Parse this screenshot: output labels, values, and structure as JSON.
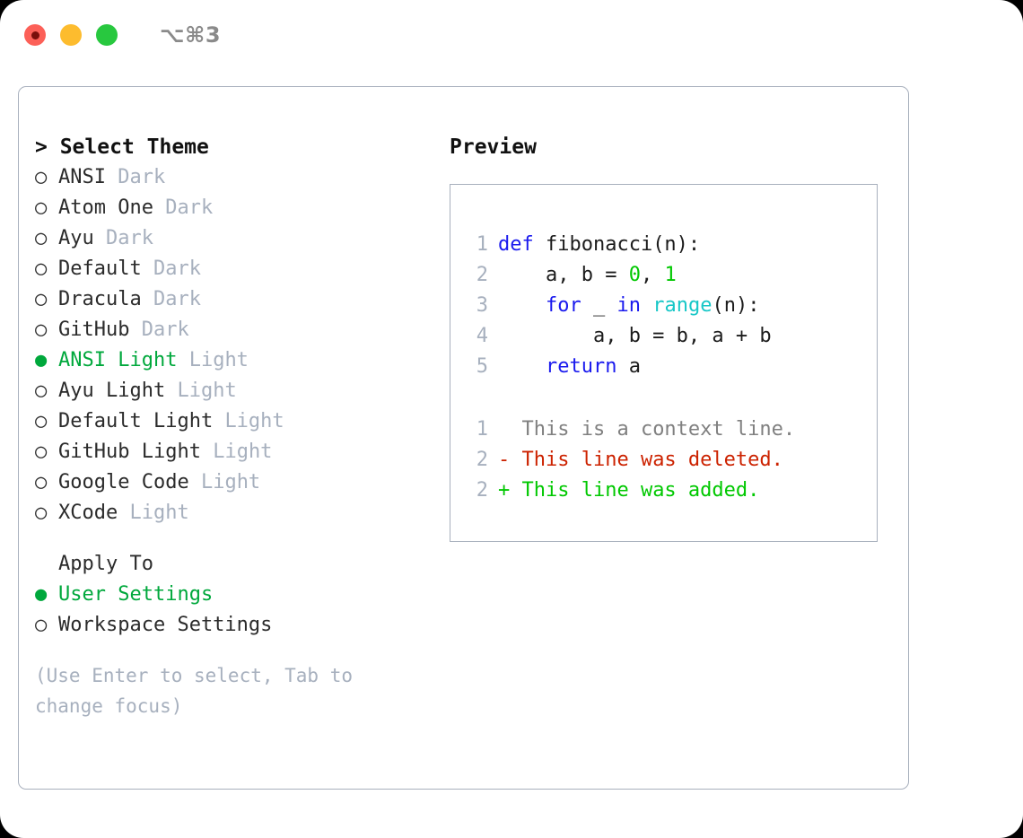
{
  "window": {
    "title": "⌥⌘3",
    "traffic_lights": [
      {
        "name": "close",
        "color": "#fc6058"
      },
      {
        "name": "minimize",
        "color": "#fdbc2e"
      },
      {
        "name": "zoom",
        "color": "#28c83f"
      }
    ]
  },
  "theme_picker": {
    "prompt_prefix": "> ",
    "heading": "Select Theme",
    "selected_marker": "●",
    "unselected_marker": "○",
    "accent_color": "#00a83c",
    "muted_color": "#a7b0be",
    "items": [
      {
        "name": "ANSI",
        "tag": "Dark",
        "selected": false
      },
      {
        "name": "Atom One",
        "tag": "Dark",
        "selected": false
      },
      {
        "name": "Ayu",
        "tag": "Dark",
        "selected": false
      },
      {
        "name": "Default",
        "tag": "Dark",
        "selected": false
      },
      {
        "name": "Dracula",
        "tag": "Dark",
        "selected": false
      },
      {
        "name": "GitHub",
        "tag": "Dark",
        "selected": false
      },
      {
        "name": "ANSI Light",
        "tag": "Light",
        "selected": true
      },
      {
        "name": "Ayu Light",
        "tag": "Light",
        "selected": false
      },
      {
        "name": "Default Light",
        "tag": "Light",
        "selected": false
      },
      {
        "name": "GitHub Light",
        "tag": "Light",
        "selected": false
      },
      {
        "name": "Google Code",
        "tag": "Light",
        "selected": false
      },
      {
        "name": "XCode",
        "tag": "Light",
        "selected": false
      }
    ]
  },
  "apply_to": {
    "heading": "Apply To",
    "options": [
      {
        "name": "User Settings",
        "selected": true
      },
      {
        "name": "Workspace Settings",
        "selected": false
      }
    ]
  },
  "hint": {
    "text": "(Use Enter to select, Tab to change focus)"
  },
  "preview": {
    "heading": "Preview",
    "code_lines": [
      {
        "number": "1",
        "tokens": [
          {
            "text": "def ",
            "type": "keyword"
          },
          {
            "text": "fibonacci(n):",
            "type": "plain"
          }
        ]
      },
      {
        "number": "2",
        "tokens": [
          {
            "text": "    a, b = ",
            "type": "plain"
          },
          {
            "text": "0",
            "type": "number"
          },
          {
            "text": ", ",
            "type": "plain"
          },
          {
            "text": "1",
            "type": "number"
          }
        ]
      },
      {
        "number": "3",
        "tokens": [
          {
            "text": "    ",
            "type": "plain"
          },
          {
            "text": "for ",
            "type": "keyword"
          },
          {
            "text": "_ ",
            "type": "plain"
          },
          {
            "text": "in ",
            "type": "keyword"
          },
          {
            "text": "range",
            "type": "function"
          },
          {
            "text": "(n):",
            "type": "plain"
          }
        ]
      },
      {
        "number": "4",
        "tokens": [
          {
            "text": "        a, b = b, a + b",
            "type": "plain"
          }
        ]
      },
      {
        "number": "5",
        "tokens": [
          {
            "text": "    ",
            "type": "plain"
          },
          {
            "text": "return ",
            "type": "keyword"
          },
          {
            "text": "a",
            "type": "plain"
          }
        ]
      }
    ],
    "diff_lines": [
      {
        "number": "1",
        "sign": " ",
        "text": "This is a context line.",
        "type": "context"
      },
      {
        "number": "2",
        "sign": "-",
        "text": "This line was deleted.",
        "type": "deleted"
      },
      {
        "number": "2",
        "sign": "+",
        "text": "This line was added.",
        "type": "added"
      }
    ],
    "colors": {
      "keyword": "#1a1aee",
      "function": "#17c7c7",
      "number": "#00c800",
      "plain": "#1c1c1c",
      "line_number": "#a7b0be",
      "context": "#808080",
      "deleted": "#cc2200",
      "added": "#00c800"
    }
  }
}
